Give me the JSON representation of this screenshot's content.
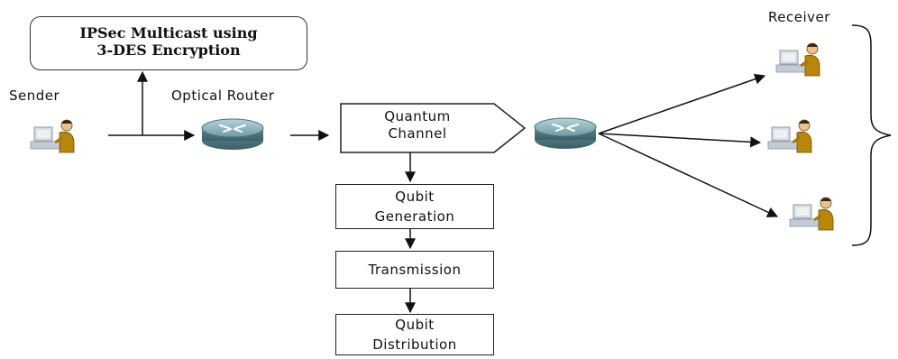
{
  "labels": {
    "ipsec_line1": "IPSec Multicast using",
    "ipsec_line2": "3-DES Encryption",
    "sender": "Sender",
    "optical_router": "Optical Router",
    "receiver": "Receiver",
    "quantum_line1": "Quantum",
    "quantum_line2": "Channel"
  },
  "steps": {
    "qubit_generation_line1": "Qubit",
    "qubit_generation_line2": "Generation",
    "transmission": "Transmission",
    "qubit_distribution_line1": "Qubit",
    "qubit_distribution_line2": "Distribution"
  },
  "icons": {
    "person": "person-at-computer-icon",
    "router": "optical-router-icon"
  },
  "colors": {
    "router_body": "#5f8a94",
    "router_top": "#8fb5bd",
    "person_body": "#b8860b",
    "computer": "#c9d3dc"
  }
}
